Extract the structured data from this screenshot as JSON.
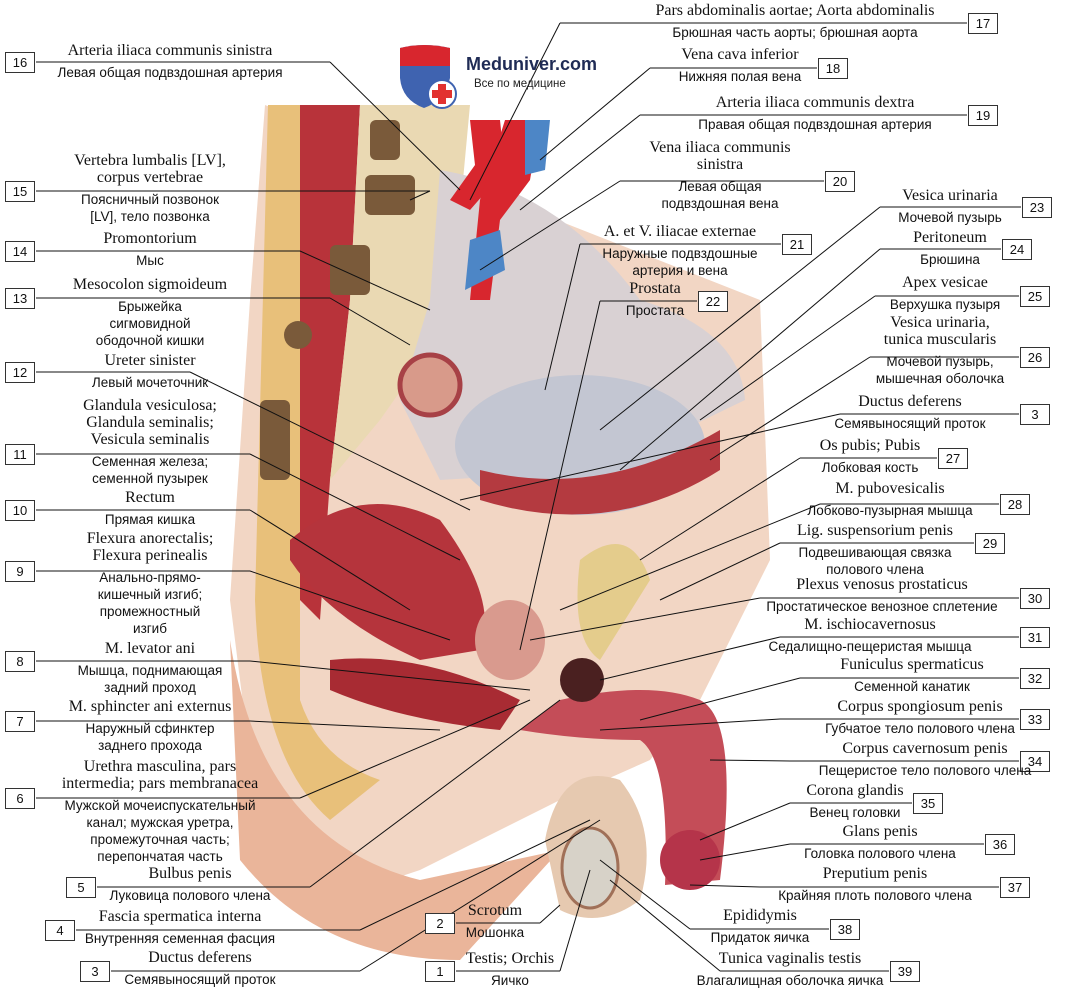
{
  "logo": {
    "name": "Meduniver.com",
    "tagline": "Все по медицине"
  },
  "colors": {
    "muscle": "#b8333a",
    "fat": "#e8c07a",
    "artery": "#d8262e",
    "vein": "#4d86c6",
    "skin": "#f1c3a8",
    "bladder": "#c9ccd6"
  },
  "labels": [
    {
      "num": "16",
      "latin": [
        "Arteria iliaca communis sinistra"
      ],
      "russian": [
        "Левая общая подвздошная артерия"
      ]
    },
    {
      "num": "15",
      "latin": [
        "Vertebra lumbalis [LV],",
        "corpus vertebrae"
      ],
      "russian": [
        "Поясничный позвонок",
        "[LV], тело позвонка"
      ]
    },
    {
      "num": "14",
      "latin": [
        "Promontorium"
      ],
      "russian": [
        "Мыс"
      ]
    },
    {
      "num": "13",
      "latin": [
        "Mesocolon sigmoideum"
      ],
      "russian": [
        "Брыжейка",
        "сигмовидной",
        "ободочной кишки"
      ]
    },
    {
      "num": "12",
      "latin": [
        "Ureter sinister"
      ],
      "russian": [
        "Левый мочеточник"
      ]
    },
    {
      "num": "11",
      "latin": [
        "Glandula vesiculosa;",
        "Glandula seminalis;",
        "Vesicula seminalis"
      ],
      "russian": [
        "Семенная железа;",
        "семенной пузырек"
      ]
    },
    {
      "num": "10",
      "latin": [
        "Rectum"
      ],
      "russian": [
        "Прямая кишка"
      ]
    },
    {
      "num": "9",
      "latin": [
        "Flexura anorectalis;",
        "Flexura perinealis"
      ],
      "russian": [
        "Анально-прямо-",
        "кишечный изгиб;",
        "промежностный",
        "изгиб"
      ]
    },
    {
      "num": "8",
      "latin": [
        "M. levator ani"
      ],
      "russian": [
        "Мышца, поднимающая",
        "задний проход"
      ]
    },
    {
      "num": "7",
      "latin": [
        "M. sphincter ani externus"
      ],
      "russian": [
        "Наружный сфинктер",
        "заднего прохода"
      ]
    },
    {
      "num": "6",
      "latin": [
        "Urethra masculina, pars",
        "intermedia; pars membranacea"
      ],
      "russian": [
        "Мужской мочеиспускательный",
        "канал; мужская уретра,",
        "промежуточная часть;",
        "перепончатая часть"
      ]
    },
    {
      "num": "5",
      "latin": [
        "Bulbus penis"
      ],
      "russian": [
        "Луковица полового члена"
      ]
    },
    {
      "num": "4",
      "latin": [
        "Fascia spermatica interna"
      ],
      "russian": [
        "Внутренняя семенная фасция"
      ]
    },
    {
      "num": "3",
      "latin": [
        "Ductus deferens"
      ],
      "russian": [
        "Семявыносящий проток"
      ]
    },
    {
      "num": "2",
      "latin": [
        "Scrotum"
      ],
      "russian": [
        "Мошонка"
      ]
    },
    {
      "num": "1",
      "latin": [
        "Testis; Orchis"
      ],
      "russian": [
        "Яичко"
      ]
    },
    {
      "num": "17",
      "latin": [
        "Pars abdominalis aortae; Aorta abdominalis"
      ],
      "russian": [
        "Брюшная часть аорты; брюшная аорта"
      ]
    },
    {
      "num": "18",
      "latin": [
        "Vena cava inferior"
      ],
      "russian": [
        "Нижняя полая вена"
      ]
    },
    {
      "num": "19",
      "latin": [
        "Arteria iliaca communis dextra"
      ],
      "russian": [
        "Правая общая подвздошная артерия"
      ]
    },
    {
      "num": "20",
      "latin": [
        "Vena iliaca communis",
        "sinistra"
      ],
      "russian": [
        "Левая общая",
        "подвздошная вена"
      ]
    },
    {
      "num": "21",
      "latin": [
        "A. et V. iliacae externae"
      ],
      "russian": [
        "Наружные подвздошные",
        "артерия и вена"
      ]
    },
    {
      "num": "22",
      "latin": [
        "Prostata"
      ],
      "russian": [
        "Простата"
      ]
    },
    {
      "num": "23",
      "latin": [
        "Vesica urinaria"
      ],
      "russian": [
        "Мочевой пузырь"
      ]
    },
    {
      "num": "24",
      "latin": [
        "Peritoneum"
      ],
      "russian": [
        "Брюшина"
      ]
    },
    {
      "num": "25",
      "latin": [
        "Apex vesicae"
      ],
      "russian": [
        "Верхушка пузыря"
      ]
    },
    {
      "num": "26",
      "latin": [
        "Vesica urinaria,",
        "tunica muscularis"
      ],
      "russian": [
        "Мочевой пузырь,",
        "мышечная оболочка"
      ]
    },
    {
      "num": "3",
      "latin": [
        "Ductus deferens"
      ],
      "russian": [
        "Семявыносящий проток"
      ]
    },
    {
      "num": "27",
      "latin": [
        "Os pubis; Pubis"
      ],
      "russian": [
        "Лобковая кость"
      ]
    },
    {
      "num": "28",
      "latin": [
        "M. pubovesicalis"
      ],
      "russian": [
        "Лобково-пузырная мышца"
      ]
    },
    {
      "num": "29",
      "latin": [
        "Lig. suspensorium penis"
      ],
      "russian": [
        "Подвешивающая связка",
        "полового члена"
      ]
    },
    {
      "num": "30",
      "latin": [
        "Plexus venosus prostaticus"
      ],
      "russian": [
        "Простатическое венозное сплетение"
      ]
    },
    {
      "num": "31",
      "latin": [
        "M. ischiocavernosus"
      ],
      "russian": [
        "Седалищно-пещеристая мышца"
      ]
    },
    {
      "num": "32",
      "latin": [
        "Funiculus spermaticus"
      ],
      "russian": [
        "Семенной канатик"
      ]
    },
    {
      "num": "33",
      "latin": [
        "Corpus spongiosum penis"
      ],
      "russian": [
        "Губчатое тело полового члена"
      ]
    },
    {
      "num": "34",
      "latin": [
        "Corpus cavernosum penis"
      ],
      "russian": [
        "Пещеристое тело полового члена"
      ]
    },
    {
      "num": "35",
      "latin": [
        "Corona glandis"
      ],
      "russian": [
        "Венец головки"
      ]
    },
    {
      "num": "36",
      "latin": [
        "Glans penis"
      ],
      "russian": [
        "Головка полового члена"
      ]
    },
    {
      "num": "37",
      "latin": [
        "Preputium penis"
      ],
      "russian": [
        "Крайняя плоть полового члена"
      ]
    },
    {
      "num": "38",
      "latin": [
        "Epididymis"
      ],
      "russian": [
        "Придаток яичка"
      ]
    },
    {
      "num": "39",
      "latin": [
        "Tunica vaginalis testis"
      ],
      "russian": [
        "Влагалищная оболочка яичка"
      ]
    }
  ]
}
